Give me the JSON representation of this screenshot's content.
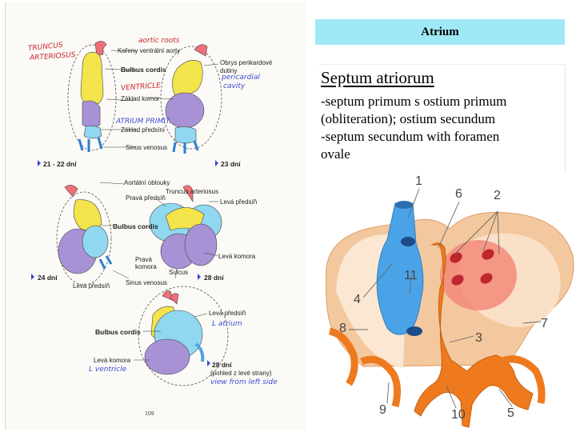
{
  "slide": {
    "title": "Atrium",
    "heading": "Septum atriorum",
    "body_lines": [
      "-septum primum s ostium primum",
      "(obliteration); ostium secundum",
      "-septum secundum with foramen",
      "ovale"
    ]
  },
  "textbook": {
    "stage1": {
      "handwritten": {
        "truncus": "TRUNCUS",
        "arteriosus": "ARTERIOSUS",
        "aortic_roots": "aortic roots",
        "ventricle": "VENTRICLE",
        "atrium": "ATRIUM PRIMIT.",
        "pericardial": "pericardial",
        "cavity": "cavity"
      },
      "labels": {
        "korany": "Kořeny ventrální aorty",
        "bulbus": "Bulbus cordis",
        "zaklad_komor": "Základ komor",
        "zaklad_predsini": "Základ předsíní",
        "sinus": "Sinus venosus",
        "obrys1": "Obrys perikardové",
        "obrys2": "dutiny"
      },
      "day_left": "21 - 22 dní",
      "day_right": "23 dní"
    },
    "stage2": {
      "labels": {
        "aortalni": "Aortální oblouky",
        "truncus": "Truncus arteriosus",
        "prava_predsin": "Pravá předsíň",
        "leva_predsin": "Levá předsíň",
        "bulbus": "Bulbus cordis",
        "prava_komora1": "Pravá",
        "prava_komora2": "komora",
        "leva_komora": "Levá komora",
        "sulcus": "Sulcus",
        "leva_predsin_b": "Levá předsíň",
        "sinus": "Sinus venosus"
      },
      "day_left": "24 dní",
      "day_right": "28 dní"
    },
    "stage3": {
      "labels": {
        "leva_predsin": "Levá předsíň",
        "bulbus": "Bulbus cordis",
        "leva_komora": "Levá komora",
        "day_note": "(pohled z levé strany)"
      },
      "handwritten": {
        "atrium": "L atrium",
        "ventricle": "L ventricle",
        "view": "view from left side"
      },
      "day": "28 dní"
    },
    "page_number": "109"
  },
  "heart_labels": {
    "n1": "1",
    "n2": "2",
    "n3": "3",
    "n4": "4",
    "n5": "5",
    "n6": "6",
    "n7": "7",
    "n8": "8",
    "n9": "9",
    "n10": "10",
    "n11": "11"
  },
  "colors": {
    "title_bar": "#9fe8f6",
    "atrium_yellow": "#f2e44a",
    "ventricle_purple": "#a892d6",
    "sinus_blue": "#5cb6ea",
    "truncus_pink": "#f26f7a",
    "septum_orange": "#ef7a1e",
    "vein_blue": "#4aa3e6",
    "tissue_peach": "#f3c89e"
  }
}
